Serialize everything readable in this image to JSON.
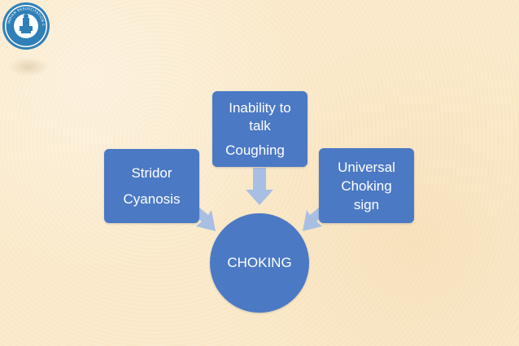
{
  "diagram": {
    "center": "CHOKING",
    "left_box": {
      "lines": [
        "Stridor",
        "Cyanosis"
      ]
    },
    "top_box": {
      "lines": [
        "Inability to talk",
        "Coughing"
      ]
    },
    "right_box": {
      "lines": [
        "Universal Choking sign"
      ]
    }
  },
  "logo": {
    "text": "INDIAN RESUSCITATION COUNCIL FEDERATION"
  },
  "colors": {
    "box_fill": "#4b79c4",
    "arrow_fill": "#a8bfe3",
    "background": "#fbeacb"
  }
}
